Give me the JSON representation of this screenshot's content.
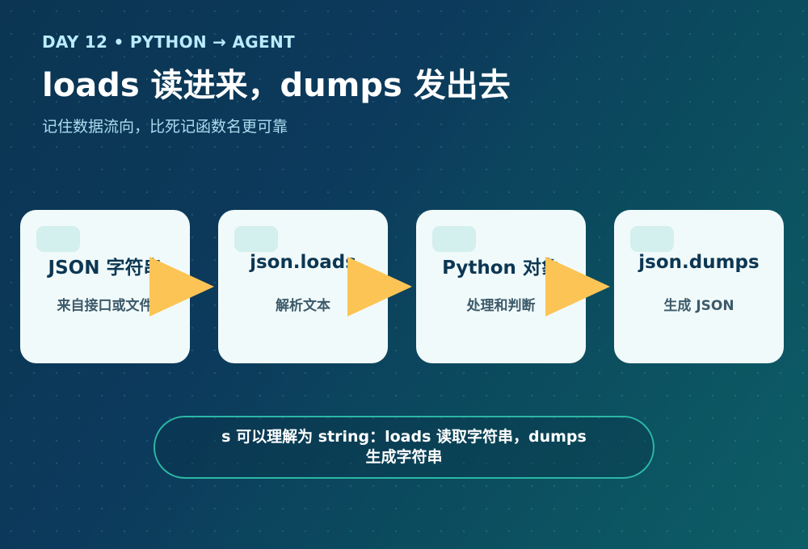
{
  "header": {
    "eyebrow": "DAY 12 • PYTHON → AGENT",
    "title": "loads 读进来，dumps 发出去",
    "subtitle": "记住数据流向，比死记函数名更可靠"
  },
  "flow": {
    "cards": [
      {
        "title": "JSON 字符串",
        "desc": "来自接口或文件"
      },
      {
        "title": "json.loads",
        "desc": "解析文本"
      },
      {
        "title": "Python 对象",
        "desc": "处理和判断"
      },
      {
        "title": "json.dumps",
        "desc": "生成 JSON"
      }
    ]
  },
  "note": {
    "text": "s 可以理解为 string：loads 读取字符串，dumps 生成字符串"
  },
  "colors": {
    "arrow": "#fcc455",
    "card_bg": "#f1fafa",
    "chip": "#d3efee",
    "note_border": "#2bb7a6",
    "title_text": "#0c3753"
  }
}
